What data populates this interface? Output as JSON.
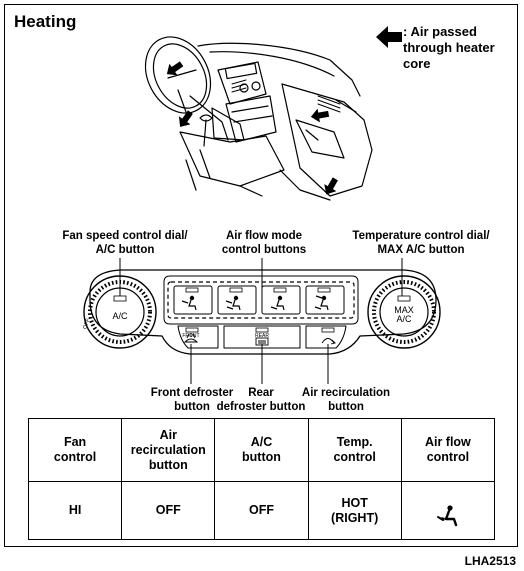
{
  "title": "Heating",
  "legend": {
    "text": ": Air passed\nthrough heater\ncore",
    "icon": "air-flow-arrow-icon"
  },
  "callouts": {
    "fan": "Fan speed control dial/\nA/C button",
    "airflow": "Air flow mode\ncontrol buttons",
    "temp": "Temperature control dial/\nMAX A/C button",
    "front": "Front defroster\nbutton",
    "rear": "Rear\ndefroster button",
    "recirc": "Air recirculation\nbutton"
  },
  "panel": {
    "ac": "A/C",
    "max_ac": "MAX\nA/C",
    "front_small": "FRONT",
    "rear_small": "REAR",
    "dial_mark_left": "OFF"
  },
  "table": {
    "headers": [
      "Fan\ncontrol",
      "Air\nrecirculation\nbutton",
      "A/C\nbutton",
      "Temp.\ncontrol",
      "Air flow\ncontrol"
    ],
    "values": [
      "HI",
      "OFF",
      "OFF",
      "HOT\n(RIGHT)",
      ""
    ],
    "airflow_icon": "floor-air-flow-icon"
  },
  "figure_code": "LHA2513"
}
